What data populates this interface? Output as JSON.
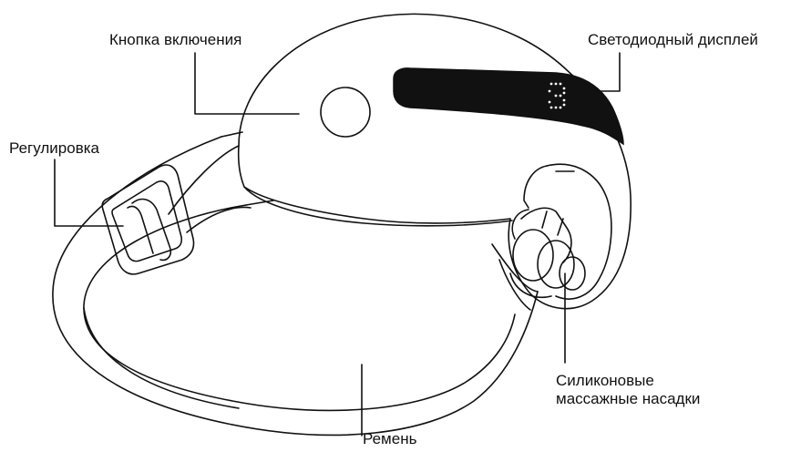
{
  "labels": {
    "power_button": "Кнопка включения",
    "led_display": "Светодиодный дисплей",
    "adjuster": "Регулировка",
    "silicone_heads_line1": "Силиконовые",
    "silicone_heads_line2": "массажные насадки",
    "strap": "Ремень"
  },
  "display_readout": "3",
  "colors": {
    "stroke": "#111111",
    "display": "#111111",
    "background": "#ffffff"
  }
}
